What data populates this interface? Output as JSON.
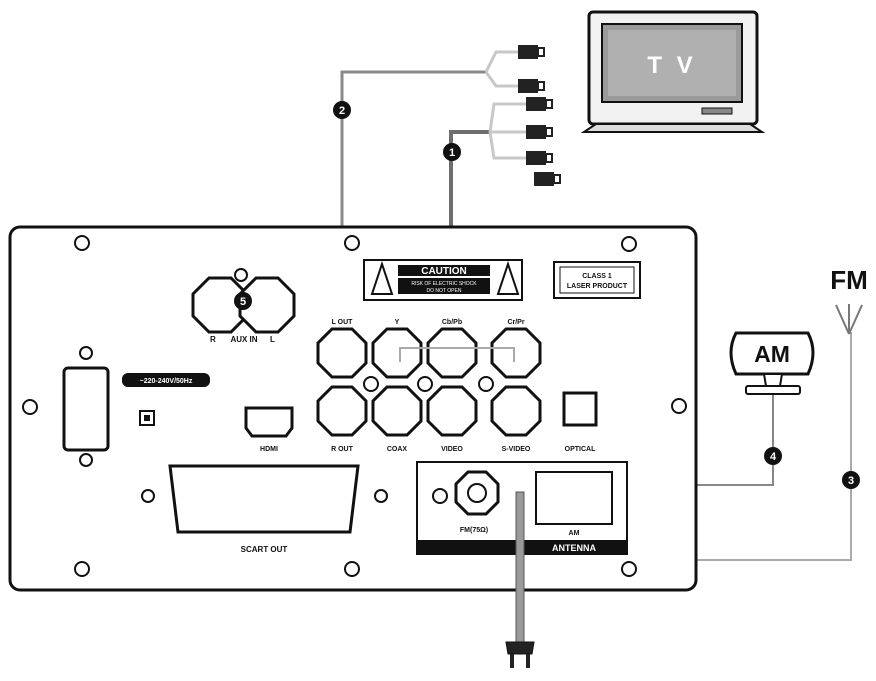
{
  "tv": {
    "label": "T V"
  },
  "am": {
    "label": "AM"
  },
  "fm": {
    "label": "FM"
  },
  "markers": [
    "1",
    "2",
    "3",
    "4",
    "5"
  ],
  "caution": {
    "title": "CAUTION",
    "line1": "RISK OF ELECTRIC SHOCK",
    "line2": "DO NOT OPEN"
  },
  "laser": {
    "line1": "CLASS 1",
    "line2": "LASER PRODUCT"
  },
  "voltage": "~220-240V/50Hz",
  "aux": {
    "r": "R",
    "label": "AUX IN",
    "l": "L"
  },
  "jacks": {
    "l_out": "L OUT",
    "y": "Y",
    "cb_pb": "Cb/Pb",
    "cr_pr": "Cr/Pr",
    "r_out": "R OUT",
    "coax": "COAX",
    "video": "VIDEO",
    "s_video": "S-VIDEO",
    "optical": "OPTICAL",
    "hdmi": "HDMI"
  },
  "scart": "SCART OUT",
  "antenna": {
    "section": "ANTENNA",
    "fm": "FM(75Ω)",
    "am": "AM"
  },
  "colors": {
    "line": "#111111",
    "cable": "#777777",
    "screen": "#9a9a9a",
    "cableLight": "#cccccc"
  }
}
